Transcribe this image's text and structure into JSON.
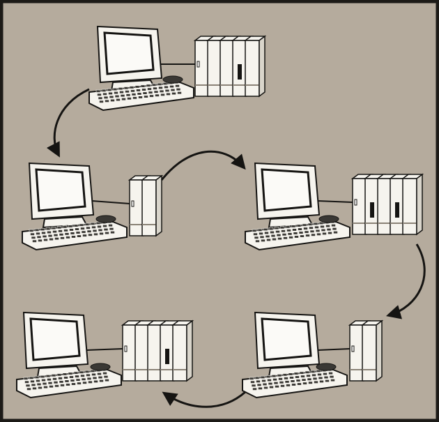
{
  "colors": {
    "background": "#b5ab9d",
    "frame": "#1c1a17",
    "device_fill": "#f6f4ee",
    "screen_fill": "#fbfaf7",
    "key_fill": "#3a3834",
    "line": "#151412",
    "disk_slot": "#151412"
  },
  "stations": [
    {
      "name": "workstation-1",
      "drive_cabinets": 5,
      "marked_cabinets": [
        4
      ]
    },
    {
      "name": "workstation-2",
      "drive_cabinets": 2,
      "marked_cabinets": []
    },
    {
      "name": "workstation-3",
      "drive_cabinets": 5,
      "marked_cabinets": [
        2,
        4
      ]
    },
    {
      "name": "workstation-4",
      "drive_cabinets": 2,
      "marked_cabinets": []
    },
    {
      "name": "workstation-5",
      "drive_cabinets": 5,
      "marked_cabinets": [
        4
      ]
    }
  ],
  "flow": [
    "workstation-1",
    "workstation-2",
    "workstation-3",
    "workstation-4",
    "workstation-5"
  ]
}
